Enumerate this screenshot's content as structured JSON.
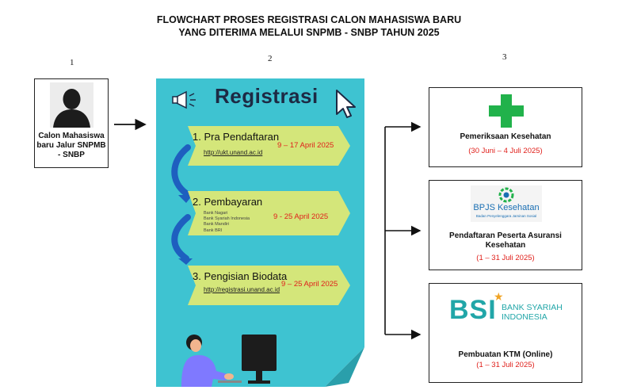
{
  "title_line1": "FLOWCHART PROSES REGISTRASI CALON MAHASISWA BARU",
  "title_line2": "YANG DITERIMA MELALUI SNPMB - SNBP TAHUN 2025",
  "columns": [
    "1",
    "2",
    "3"
  ],
  "applicant": {
    "label": "Calon Mahasiswa baru Jalur SNPMB - SNBP"
  },
  "poster": {
    "heading": "Registrasi",
    "steps": [
      {
        "title": "1. Pra Pendaftaran",
        "link": "http://ukt.unand.ac.id",
        "date": "9 – 17 April 2025"
      },
      {
        "title": "2. Pembayaran",
        "banks": [
          "Bank Nagari",
          "Bank Syariah Indonesia",
          "Bank Mandiri",
          "Bank BRI"
        ],
        "date": "9 - 25 April 2025"
      },
      {
        "title": "3. Pengisian Biodata",
        "link": "http://registrasi.unand.ac.id",
        "date": "9 – 25 April 2025"
      }
    ]
  },
  "outcomes": [
    {
      "title": "Pemeriksaan Kesehatan",
      "date": "(30 Juni – 4 Juli 2025)",
      "icon": "green-cross-icon"
    },
    {
      "logo_text": "BPJS Kesehatan",
      "logo_sub": "Badan Penyelenggara Jaminan Sosial",
      "title": "Pendaftaran Peserta Asuransi Kesehatan",
      "date": "(1 – 31 Juli 2025)"
    },
    {
      "logo_text": "BSI",
      "logo_sub_1": "BANK SYARIAH",
      "logo_sub_2": "INDONESIA",
      "title": "Pembuatan KTM (Online)",
      "date": "(1 – 31 Juli 2025)"
    }
  ],
  "colors": {
    "teal": "#3ec3d1",
    "band": "#d4e67a",
    "green": "#21b24b",
    "red": "#e0201b",
    "bsi_teal": "#21a6a8",
    "bpjs_blue": "#1a6fb3"
  }
}
